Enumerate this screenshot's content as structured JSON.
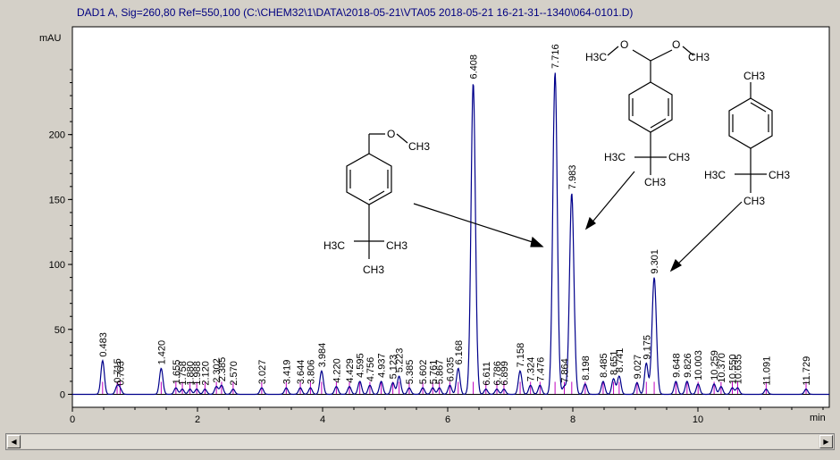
{
  "window": {
    "title": "DAD1 A, Sig=260,80 Ref=550,100 (C:\\CHEM32\\1\\DATA\\2018-05-21\\VTA05 2018-05-21 16-21-31--1340\\064-0101.D)"
  },
  "colors": {
    "trace": "#00008b",
    "peak_marker": "#c000c0",
    "baseline": "#000000",
    "label": "#000000",
    "title": "#000080",
    "background": "#ffffff"
  },
  "chart_data": {
    "type": "line",
    "title": "",
    "xlabel": "min",
    "ylabel": "mAU",
    "xlim": [
      0,
      12.1
    ],
    "ylim": [
      -10,
      283
    ],
    "x_ticks": [
      0,
      2,
      4,
      6,
      8,
      10
    ],
    "y_ticks": [
      0,
      50,
      100,
      150,
      200
    ],
    "grid": false,
    "peaks": [
      {
        "rt": 0.483,
        "label": "0.483",
        "height": 26
      },
      {
        "rt": 0.715,
        "label": "0.715",
        "height": 6
      },
      {
        "rt": 0.763,
        "label": "0.763",
        "height": 4
      },
      {
        "rt": 1.42,
        "label": "1.420",
        "height": 20
      },
      {
        "rt": 1.655,
        "label": "1.655",
        "height": 5
      },
      {
        "rt": 1.758,
        "label": "1.758",
        "height": 4
      },
      {
        "rt": 1.88,
        "label": "1.880",
        "height": 4
      },
      {
        "rt": 1.988,
        "label": "1.988",
        "height": 4
      },
      {
        "rt": 2.12,
        "label": "2.120",
        "height": 4
      },
      {
        "rt": 2.302,
        "label": "2.302",
        "height": 6
      },
      {
        "rt": 2.385,
        "label": "2.385",
        "height": 7
      },
      {
        "rt": 2.57,
        "label": "2.570",
        "height": 4
      },
      {
        "rt": 3.027,
        "label": "3.027",
        "height": 5
      },
      {
        "rt": 3.419,
        "label": "3.419",
        "height": 5
      },
      {
        "rt": 3.644,
        "label": "3.644",
        "height": 5
      },
      {
        "rt": 3.806,
        "label": "3.806",
        "height": 5
      },
      {
        "rt": 3.984,
        "label": "3.984",
        "height": 18
      },
      {
        "rt": 4.22,
        "label": "4.220",
        "height": 6
      },
      {
        "rt": 4.429,
        "label": "4.429",
        "height": 6
      },
      {
        "rt": 4.595,
        "label": "4.595",
        "height": 10
      },
      {
        "rt": 4.756,
        "label": "4.756",
        "height": 7
      },
      {
        "rt": 4.937,
        "label": "4.937",
        "height": 10
      },
      {
        "rt": 5.123,
        "label": "5.123",
        "height": 9
      },
      {
        "rt": 5.223,
        "label": "5.223",
        "height": 14
      },
      {
        "rt": 5.385,
        "label": "5.385",
        "height": 5
      },
      {
        "rt": 5.602,
        "label": "5.602",
        "height": 5
      },
      {
        "rt": 5.761,
        "label": "5.761",
        "height": 5
      },
      {
        "rt": 5.867,
        "label": "5.867",
        "height": 5
      },
      {
        "rt": 6.035,
        "label": "6.035",
        "height": 7
      },
      {
        "rt": 6.168,
        "label": "6.168",
        "height": 20
      },
      {
        "rt": 6.408,
        "label": "6.408",
        "height": 240
      },
      {
        "rt": 6.611,
        "label": "6.611",
        "height": 4
      },
      {
        "rt": 6.786,
        "label": "6.786",
        "height": 4
      },
      {
        "rt": 6.899,
        "label": "6.899",
        "height": 4
      },
      {
        "rt": 7.158,
        "label": "7.158",
        "height": 18
      },
      {
        "rt": 7.324,
        "label": "7.324",
        "height": 7
      },
      {
        "rt": 7.476,
        "label": "7.476",
        "height": 7
      },
      {
        "rt": 7.716,
        "label": "7.716",
        "height": 248
      },
      {
        "rt": 7.864,
        "label": "7.864",
        "height": 6
      },
      {
        "rt": 7.983,
        "label": "7.983",
        "height": 155
      },
      {
        "rt": 8.198,
        "label": "8.198",
        "height": 8
      },
      {
        "rt": 8.485,
        "label": "8.485",
        "height": 10
      },
      {
        "rt": 8.651,
        "label": "8.651",
        "height": 12
      },
      {
        "rt": 8.741,
        "label": "8.741",
        "height": 14
      },
      {
        "rt": 9.027,
        "label": "9.027",
        "height": 9
      },
      {
        "rt": 9.175,
        "label": "9.175",
        "height": 24
      },
      {
        "rt": 9.301,
        "label": "9.301",
        "height": 90
      },
      {
        "rt": 9.648,
        "label": "9.648",
        "height": 10
      },
      {
        "rt": 9.826,
        "label": "9.826",
        "height": 10
      },
      {
        "rt": 10.003,
        "label": "10.003",
        "height": 8
      },
      {
        "rt": 10.259,
        "label": "10.259",
        "height": 8
      },
      {
        "rt": 10.37,
        "label": "10.370",
        "height": 6
      },
      {
        "rt": 10.55,
        "label": "10.550",
        "height": 5
      },
      {
        "rt": 10.635,
        "label": "10.635",
        "height": 5
      },
      {
        "rt": 11.091,
        "label": "11.091",
        "height": 4
      },
      {
        "rt": 11.729,
        "label": "11.729",
        "height": 4
      }
    ],
    "annotations": [
      {
        "id": "methoxymethyl-tbutylbenzene",
        "points_to_rt": 7.716,
        "labels": [
          "O",
          "CH3",
          "H3C",
          "CH3",
          "CH3"
        ]
      },
      {
        "id": "tbutyl-benzaldehyde-dimethylacetal",
        "points_to_rt": 7.983,
        "labels": [
          "O",
          "O",
          "H3C",
          "CH3",
          "H3C",
          "CH3",
          "CH3"
        ]
      },
      {
        "id": "tbutyl-toluene",
        "points_to_rt": 9.301,
        "labels": [
          "CH3",
          "H3C",
          "CH3",
          "CH3"
        ]
      }
    ]
  }
}
